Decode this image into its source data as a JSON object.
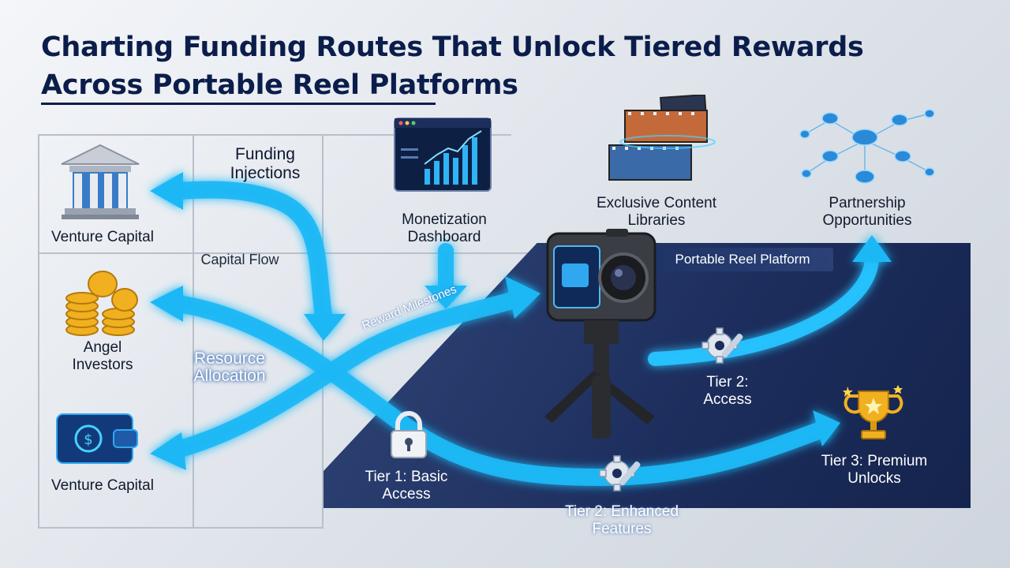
{
  "title": {
    "line1": "Charting Funding Routes That Unlock Tiered Rewards",
    "line2": "Across Portable Reel Platforms"
  },
  "sources": [
    {
      "label": "Venture Capital",
      "icon": "bank-icon"
    },
    {
      "label": "Angel Investors",
      "icon": "coins-icon"
    },
    {
      "label": "Venture Capital",
      "icon": "wallet-icon"
    }
  ],
  "flow_labels": {
    "funding_injections": "Funding Injections",
    "capital_flow": "Capital Flow",
    "resource_allocation": "Resource Allocation",
    "reward_milestones": "Reward Milestones"
  },
  "top_items": {
    "dashboard": "Monetization Dashboard",
    "libraries": "Exclusive Content Libraries",
    "partnerships": "Partnership Opportunities"
  },
  "platform": {
    "label": "Portable Reel Platform",
    "icon": "camera-icon"
  },
  "tiers": {
    "tier1": "Tier 1: Basic Access",
    "tier2_access": "Tier 2: Access",
    "tier2_enhanced": "Tier 2: Enhanced Features",
    "tier3": "Tier 3: Premium Unlocks"
  },
  "colors": {
    "arrow": "#1fb8f5",
    "title": "#0b1d4a",
    "panel": "#1c2d5c",
    "gold": "#f0b020"
  }
}
